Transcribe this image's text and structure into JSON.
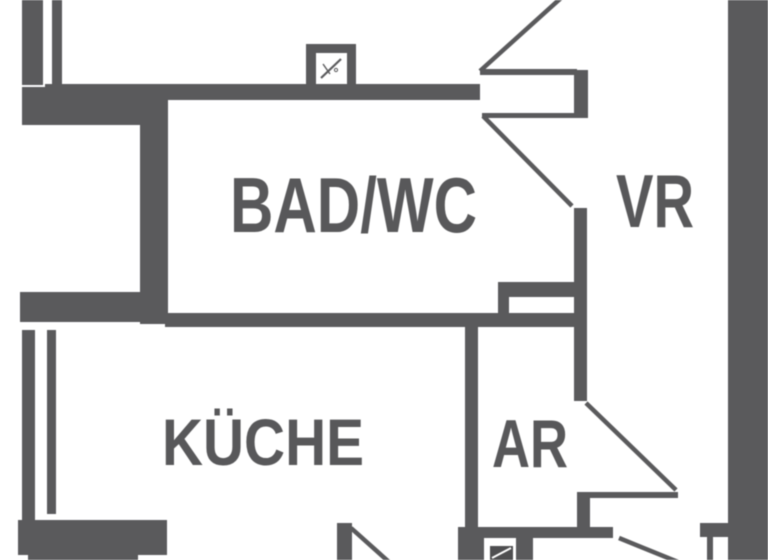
{
  "plan": {
    "title": "apartment-floor-plan",
    "colors": {
      "wall": "#5a5a5c",
      "label": "#58585a",
      "background": "#ffffff",
      "shaft_fill": "#4e4e50"
    },
    "rooms": [
      {
        "id": "bad-wc",
        "label": "BAD/WC"
      },
      {
        "id": "vr",
        "label": "VR"
      },
      {
        "id": "kueche",
        "label": "KÜCHE"
      },
      {
        "id": "ar",
        "label": "AR"
      }
    ],
    "symbols": [
      {
        "name": "ventilation-shaft-top",
        "description": "shaft box on upper wall"
      },
      {
        "name": "ventilation-shaft-bottom",
        "description": "shaft box on lower wall"
      }
    ]
  }
}
